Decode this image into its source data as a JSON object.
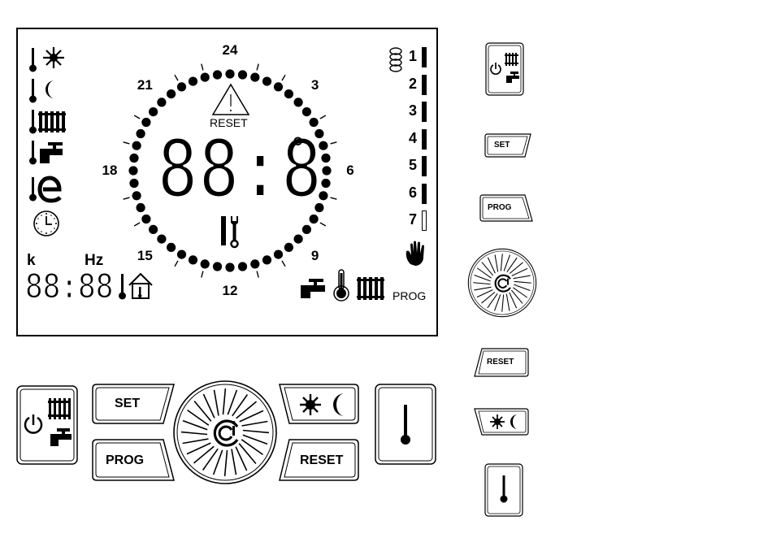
{
  "display": {
    "dial_hours": [
      "24",
      "3",
      "6",
      "9",
      "12",
      "15",
      "18",
      "21"
    ],
    "warning_label": "RESET",
    "main_readout": "88:8",
    "degree_symbol": "°",
    "secondary_readout": "88:88",
    "unit_k": "k",
    "unit_hz": "Hz",
    "zone_numbers": [
      "1",
      "2",
      "3",
      "4",
      "5",
      "6",
      "7"
    ],
    "prog_label": "PROG"
  },
  "buttons": {
    "set_label": "SET",
    "prog_label": "PROG",
    "reset_label": "RESET"
  },
  "legend": {
    "set_label": "SET",
    "prog_label": "PROG",
    "reset_label": "RESET"
  },
  "icons": {
    "left_column": [
      "thermometer-sun-icon",
      "thermometer-moon-icon",
      "thermometer-radiator-icon",
      "thermometer-tap-icon",
      "thermometer-eco-icon",
      "clock-icon"
    ],
    "knob": "brand-knob-icon"
  }
}
